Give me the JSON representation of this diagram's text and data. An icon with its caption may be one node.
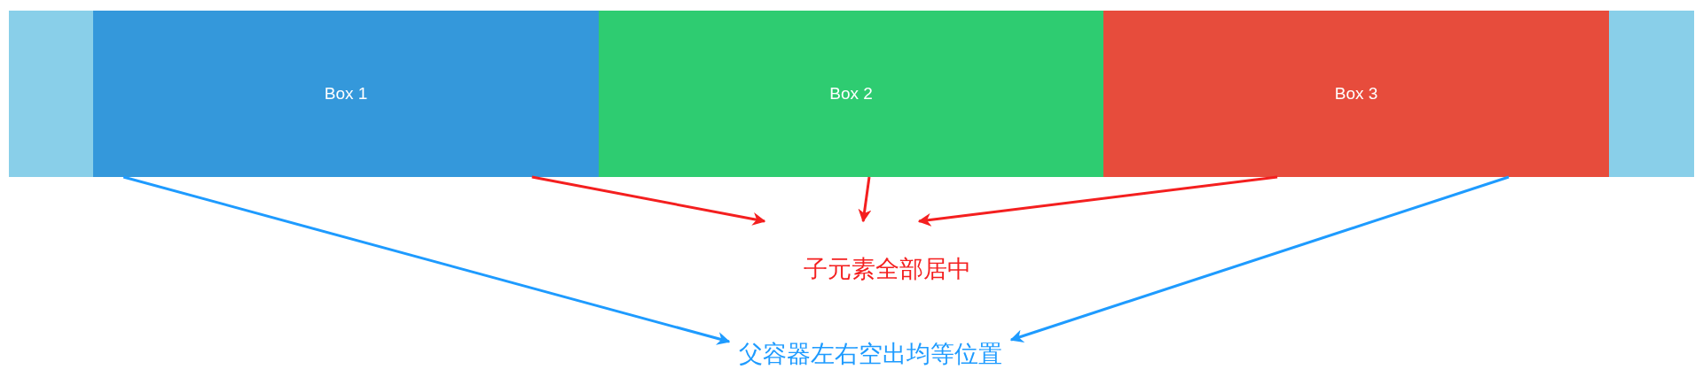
{
  "diagram": {
    "nodes": [
      {
        "text": [],
        "shape": "box"
      },
      {
        "text": [
          "Box 1"
        ],
        "in": 0
      },
      {
        "text": [
          "Box 2"
        ],
        "in": 0
      },
      {
        "text": [
          "Box 3"
        ],
        "in": 0
      },
      {
        "text": [
          "子元素全部居中"
        ]
      },
      {
        "text": [
          "父容器左右空出均等位置"
        ]
      }
    ],
    "edges": [
      {
        "from": 1,
        "to": 4,
        "arrow": "to"
      },
      {
        "from": 2,
        "to": 4,
        "arrow": "to"
      },
      {
        "from": 3,
        "to": 4,
        "arrow": "to"
      },
      {
        "from": 0,
        "to": 5,
        "arrow": "to",
        "color": "#1e9bff"
      },
      {
        "from": 0,
        "to": 5,
        "arrow": "to",
        "color": "#1e9bff"
      }
    ]
  }
}
